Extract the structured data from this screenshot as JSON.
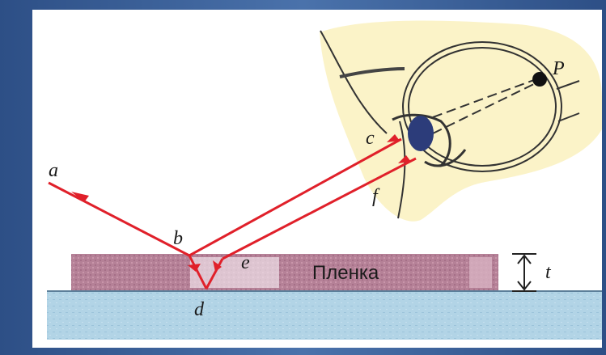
{
  "labels": {
    "a": "a",
    "b": "b",
    "c": "c",
    "d": "d",
    "e": "e",
    "f": "f",
    "P": "P",
    "t": "t"
  },
  "film_label": "Пленка",
  "colors": {
    "ray": "#e0202a",
    "film": "#b8708a",
    "substrate": "#a9cde0",
    "eye_background": "#fbf3c8"
  }
}
